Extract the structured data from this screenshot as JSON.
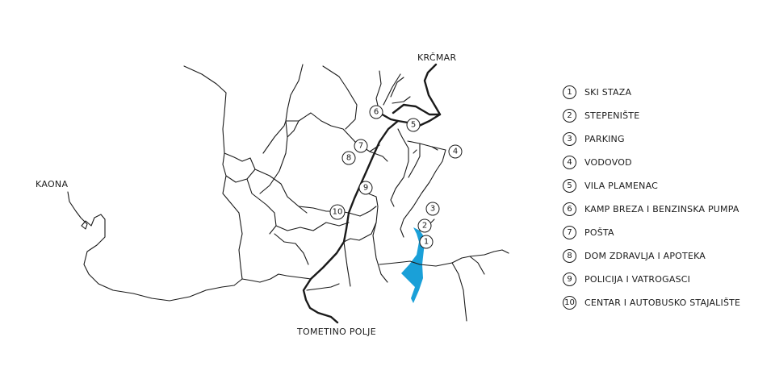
{
  "places": {
    "north": "KRČMAR",
    "west": "KAONA",
    "south": "TOMETINO POLJE"
  },
  "legend": [
    {
      "num": "1",
      "label": "SKI STAZA"
    },
    {
      "num": "2",
      "label": "STEPENIŠTE"
    },
    {
      "num": "3",
      "label": "PARKING"
    },
    {
      "num": "4",
      "label": "VODOVOD"
    },
    {
      "num": "5",
      "label": "VILA PLAMENAC"
    },
    {
      "num": "6",
      "label": "KAMP BREZA I BENZINSKA PUMPA"
    },
    {
      "num": "7",
      "label": "POŠTA"
    },
    {
      "num": "8",
      "label": "DOM ZDRAVLJA I APOTEKA"
    },
    {
      "num": "9",
      "label": "POLICIJA I VATROGASCI"
    },
    {
      "num": "10",
      "label": "CENTAR I AUTOBUSKO STAJALIŠTE"
    }
  ],
  "colors": {
    "ink": "#1a1a1a",
    "ski_slope": "#1aa0d8"
  }
}
